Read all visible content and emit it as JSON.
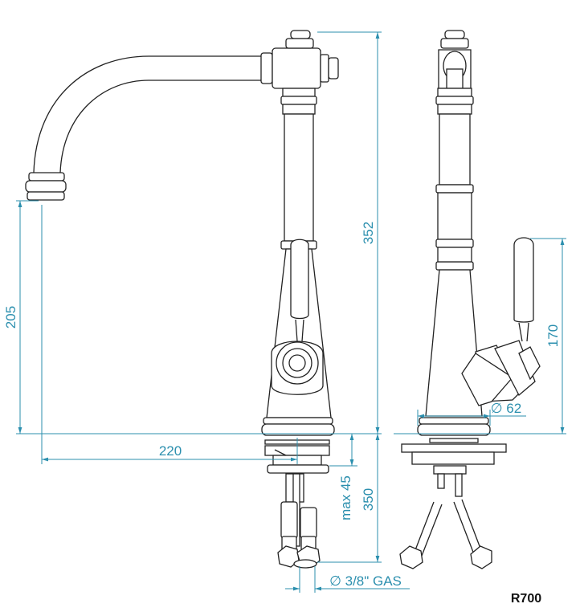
{
  "title": "R700",
  "dimensions": {
    "total_height": "352",
    "spout_height": "205",
    "spout_reach": "220",
    "lever_height": "170",
    "base_diameter": "∅ 62",
    "max_deck_thickness": "max 45",
    "hose_length": "350",
    "connection": "∅ 3/8\" GAS"
  },
  "colors": {
    "dimension": "#2b8fae",
    "outline": "#222222"
  }
}
